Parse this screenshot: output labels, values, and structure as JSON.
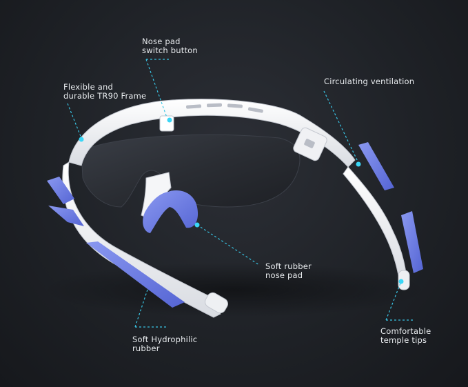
{
  "callouts": {
    "nose_pad_switch": {
      "line1": "Nose pad",
      "line2": "switch button"
    },
    "frame": {
      "line1": "Flexible and",
      "line2": "durable TR90 Frame"
    },
    "ventilation": {
      "line1": "Circulating ventilation"
    },
    "rubber_nose_pad": {
      "line1": "Soft rubber",
      "line2": "nose pad"
    },
    "hydrophilic": {
      "line1": "Soft Hydrophilic",
      "line2": "rubber"
    },
    "temple_tips": {
      "line1": "Comfortable",
      "line2": "temple tips"
    }
  },
  "colors": {
    "background": "#1f2227",
    "frame": "#f2f3f5",
    "lens": "#2a2d34",
    "rubber": "#6f7fe0",
    "callout_line": "#39c6e6"
  }
}
